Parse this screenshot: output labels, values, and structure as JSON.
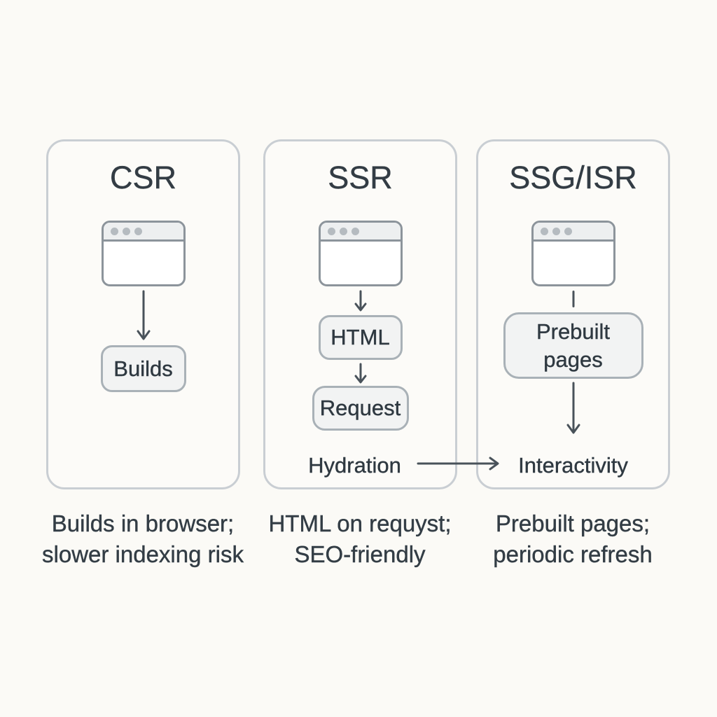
{
  "diagram_title": "",
  "colors": {
    "background": "#FBFAF6",
    "panel_border": "#C9CED3",
    "panel_fill": "#FCFBF8",
    "icon_stroke": "#8C949B",
    "icon_header_fill": "#EDEFF0",
    "icon_dot": "#B5BBC0",
    "node_fill": "#F2F3F3",
    "node_border": "#A9B1B7",
    "arrow": "#49525A",
    "text": "#333C44"
  },
  "icons": {
    "browser": "browser-window-icon",
    "arrow_down": "arrow-down-icon",
    "arrow_right": "arrow-right-icon"
  },
  "panels": [
    {
      "title": "CSR",
      "nodes": [
        {
          "label": "Builds"
        }
      ],
      "caption_line1": "Builds in browser;",
      "caption_line2": "slower indexing risk"
    },
    {
      "title": "SSR",
      "nodes": [
        {
          "label": "HTML"
        },
        {
          "label": "Request"
        }
      ],
      "flow_label": "Hydration",
      "caption_line1": "HTML on requyst;",
      "caption_line2": "SEO-friendly"
    },
    {
      "title": "SSG/ISR",
      "nodes": [
        {
          "label": "Prebuilt pages"
        }
      ],
      "flow_label": "Interactivity",
      "caption_line1": "Prebuilt pages;",
      "caption_line2": "periodic refresh"
    }
  ]
}
